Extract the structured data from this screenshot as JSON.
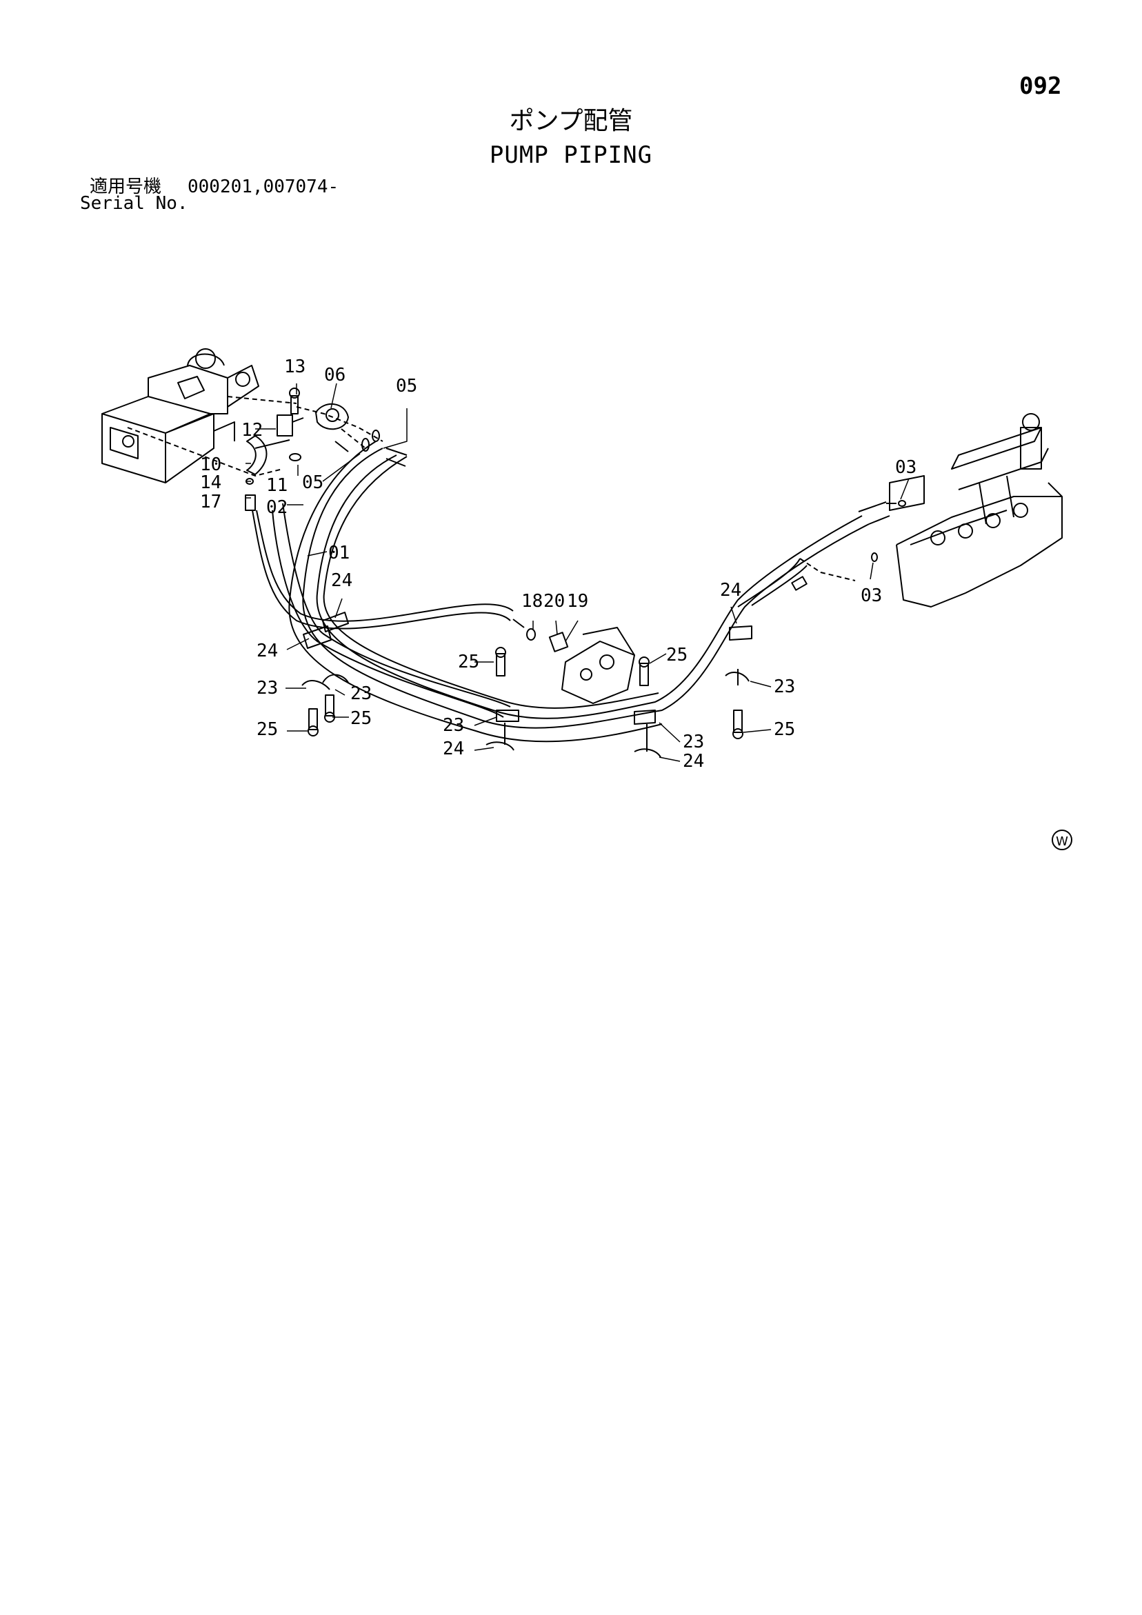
{
  "page": {
    "number": "092",
    "title_jp": "ポンプ配管",
    "title_en": "PUMP PIPING",
    "serial_label_jp": "適用号機",
    "serial_value": "000201,007074-",
    "serial_label_en": "Serial No."
  },
  "diagram": {
    "callouts": [
      "13",
      "06",
      "05",
      "12",
      "10",
      "14",
      "11",
      "05",
      "17",
      "02",
      "01",
      "24",
      "24",
      "23",
      "23",
      "25",
      "25",
      "18",
      "20",
      "19",
      "25",
      "23",
      "24",
      "25",
      "23",
      "24",
      "24",
      "23",
      "25",
      "03",
      "03"
    ],
    "mark": "W"
  },
  "colors": {
    "ink": "#000000",
    "paper": "#ffffff"
  }
}
